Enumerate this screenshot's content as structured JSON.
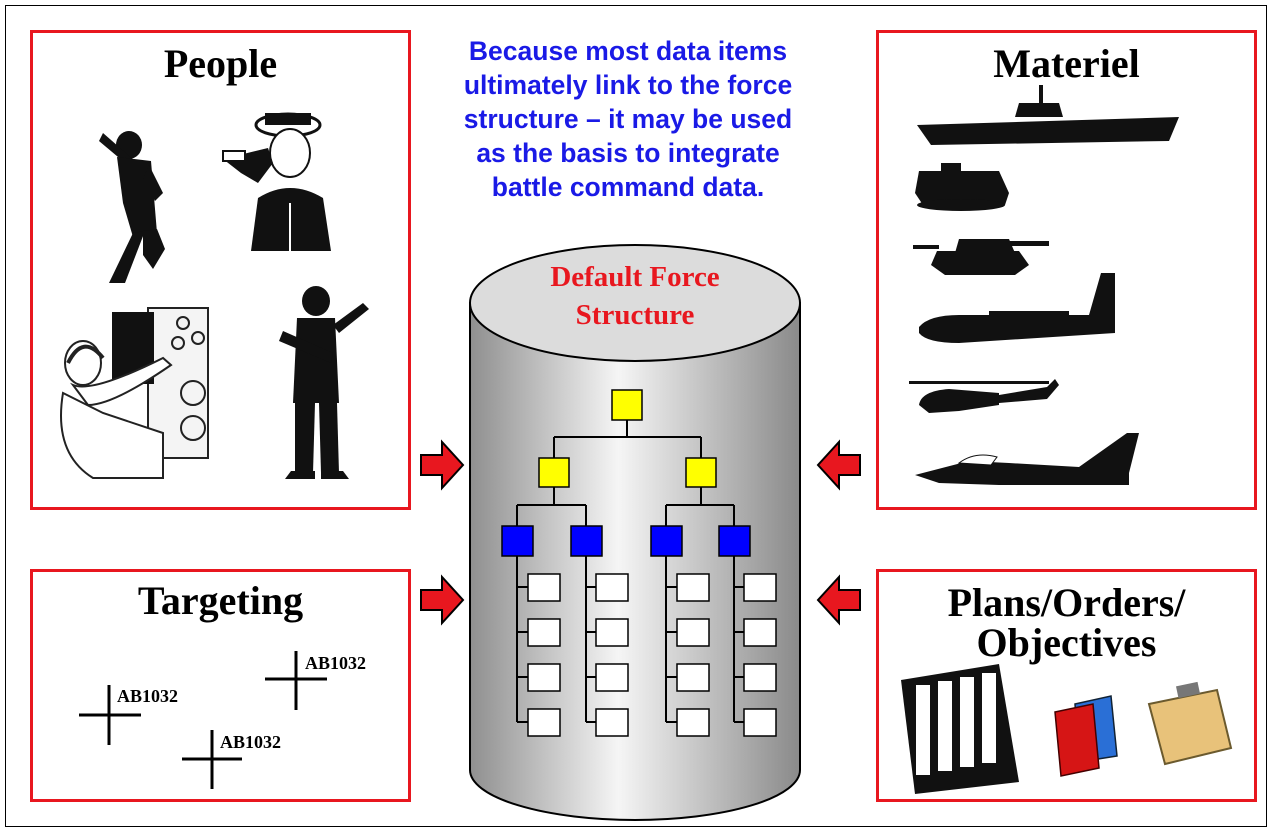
{
  "callout": {
    "lines": [
      "Because most data items",
      "ultimately link to the force",
      "structure –  it may be used",
      "as the basis to integrate",
      "battle command data."
    ]
  },
  "database": {
    "title_line1": "Default Force",
    "title_line2": "Structure"
  },
  "panels": {
    "people": {
      "title": "People"
    },
    "materiel": {
      "title": "Materiel"
    },
    "targeting": {
      "title": "Targeting",
      "target_label": "AB1032"
    },
    "plans": {
      "title_line1": "Plans/Orders/",
      "title_line2": "Objectives"
    }
  },
  "colors": {
    "panel_border": "#e8171f",
    "callout_text": "#1a1ae6",
    "db_title": "#e8171f",
    "node_top": "#ffff00",
    "node_mid": "#0000ff",
    "node_leaf": "#ffffff"
  },
  "icons": {
    "people": [
      "running-soldier-icon",
      "saluting-officer-icon",
      "radar-operator-icon",
      "standing-soldier-icon"
    ],
    "materiel": [
      "aircraft-carrier-icon",
      "armored-vehicle-icon",
      "tank-icon",
      "cargo-plane-icon",
      "attack-helicopter-icon",
      "fighter-jet-icon"
    ],
    "plans": [
      "binders-icon",
      "books-icon",
      "clipboard-icon"
    ],
    "arrows": [
      "arrow-right-icon",
      "arrow-left-icon"
    ]
  }
}
